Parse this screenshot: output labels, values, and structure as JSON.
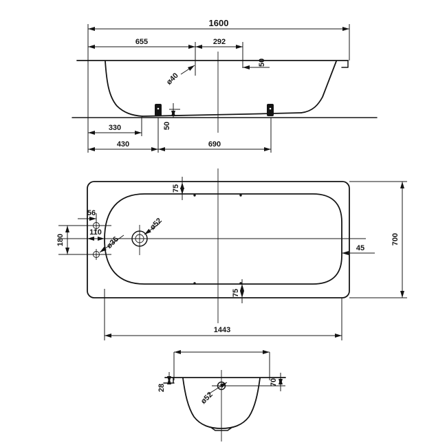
{
  "drawing": {
    "type": "bathtub technical drawing",
    "background_color": "#ffffff",
    "line_color": "#141414"
  },
  "side": {
    "overall_length": "1600",
    "to_overflow": "655",
    "overflow_to_drain": "292",
    "overflow_offset": "50",
    "overflow_diameter": "ø40",
    "flat_bottom_offset": "330",
    "front_foot_offset": "430",
    "foot_spacing": "690",
    "foot_height": "50"
  },
  "plan": {
    "overall_width": "700",
    "inner_length": "1443",
    "rim_top": "75",
    "rim_bottom": "75",
    "rim_end": "45",
    "hole_edge_offset": "56",
    "rim_inset": "110",
    "hole_spacing": "180",
    "drain_diameter": "ø52",
    "tap_hole_diameter": "ø36"
  },
  "end": {
    "rim_lip": "28",
    "overflow_depth": "70",
    "overflow_diameter": "ø52"
  }
}
